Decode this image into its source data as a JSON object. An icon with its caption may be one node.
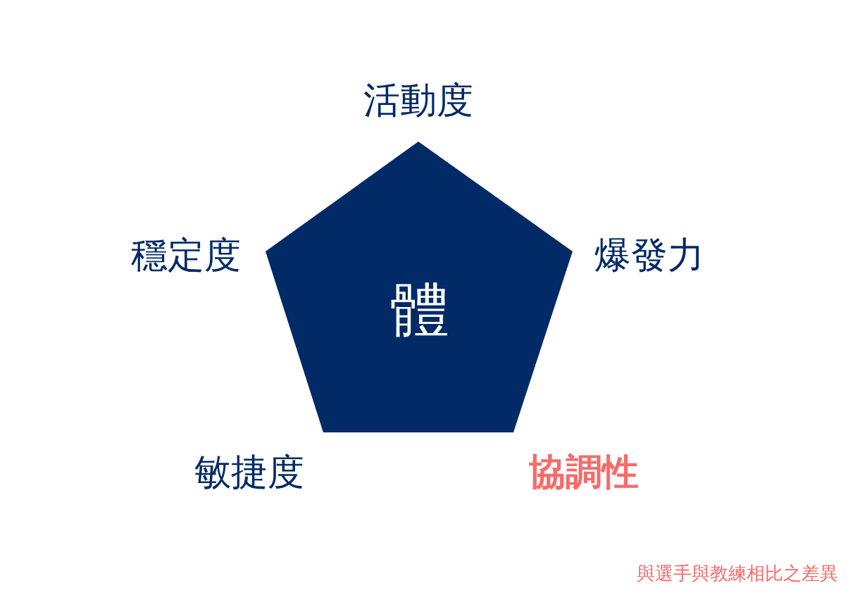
{
  "diagram": {
    "nodes": [
      {
        "text": [
          "體"
        ]
      }
    ],
    "edges": [],
    "labels": [
      "活動度",
      "穩定度",
      "爆發力",
      "敏捷度",
      "協調性",
      "與選手與教練相比之差異"
    ]
  }
}
